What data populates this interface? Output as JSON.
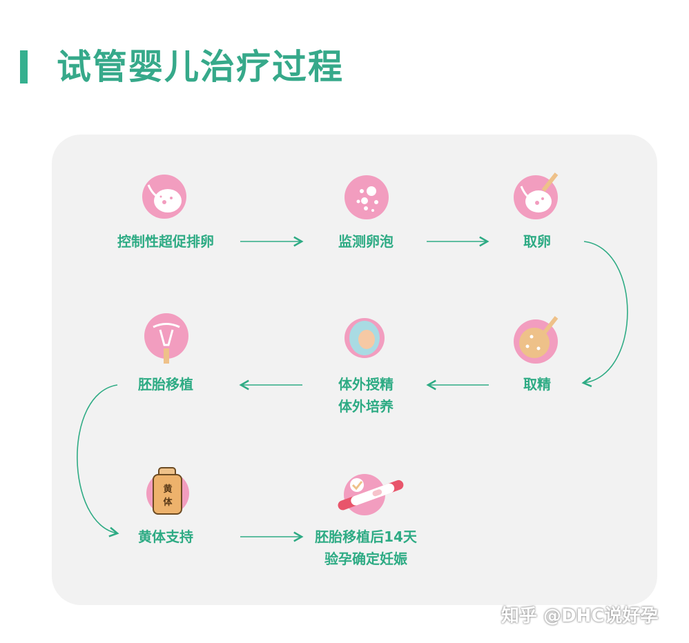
{
  "title": "试管婴儿治疗过程",
  "colors": {
    "accent": "#36a98a",
    "pink": "#f29dbf",
    "panel": "#f2f2f2"
  },
  "steps": [
    {
      "label": "控制性超促排卵",
      "icon": "ovary-icon"
    },
    {
      "label": "监测卵泡",
      "icon": "follicle-icon"
    },
    {
      "label": "取卵",
      "icon": "egg-retrieval-icon"
    },
    {
      "label": "取精",
      "icon": "sperm-retrieval-icon"
    },
    {
      "label": "体外授精",
      "label2": "体外培养",
      "icon": "embryo-icon"
    },
    {
      "label": "胚胎移植",
      "icon": "uterus-icon"
    },
    {
      "label": "黄体支持",
      "icon": "medicine-bottle-icon",
      "bottle_text1": "黄",
      "bottle_text2": "体"
    },
    {
      "label": "胚胎移植后14天",
      "label2": "验孕确定妊娠",
      "icon": "pregnancy-test-icon"
    }
  ],
  "watermark": "知乎 @DHC说好孕"
}
